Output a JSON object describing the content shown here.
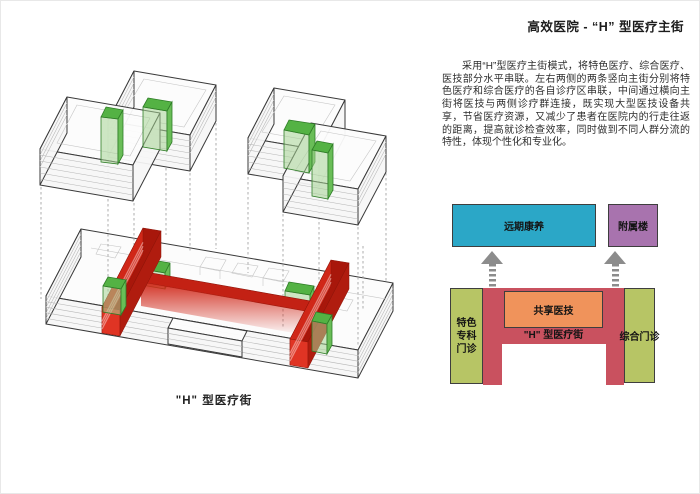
{
  "page": {
    "title": "高效医院 - “H” 型医疗主街"
  },
  "description": "采用“H”型医疗主街模式，将特色医疗、综合医疗、医技部分水平串联。左右两侧的两条竖向主街分别将特色医疗和综合医疗的各自诊疗区串联，中间通过横向主街将医技与两侧诊疗群连接，既实现大型医技设备共享，节省医疗资源，又减少了患者在医院内的行走往返的距离，提高就诊检查效率，同时做到不同人群分流的特性，体现个性化和专业化。",
  "axon": {
    "caption": "\"H\" 型医疗街",
    "street_color": "#d02718",
    "tower_color": "#54b244",
    "wireframe_color": "#b5b5b5"
  },
  "diagram": {
    "wellness": {
      "label": "远期康养",
      "color": "#2BA7C7"
    },
    "annex": {
      "label": "附属楼",
      "color": "#A873AE"
    },
    "shared": {
      "label": "共享医技",
      "color": "#F0935B"
    },
    "specialty": {
      "label": "特色专科门诊",
      "color": "#B7C565"
    },
    "general": {
      "label": "综合门诊",
      "color": "#B7C565"
    },
    "street": {
      "label": "\"H\" 型医疗街",
      "color": "#C9515F"
    },
    "arrow_color": "#8C8C8C"
  }
}
